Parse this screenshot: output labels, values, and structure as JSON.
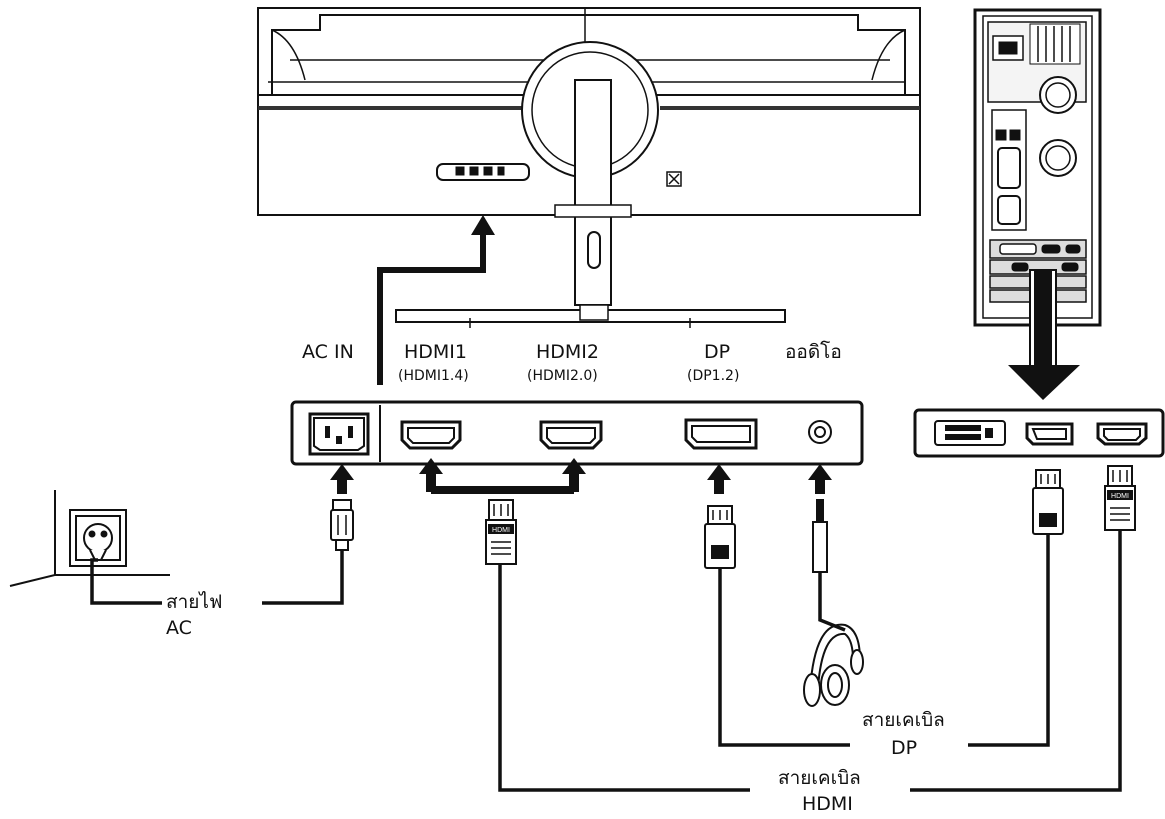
{
  "ports": {
    "ac_in": "AC IN",
    "hdmi1": "HDMI1",
    "hdmi1_sub": "(HDMI1.4)",
    "hdmi2": "HDMI2",
    "hdmi2_sub": "(HDMI2.0)",
    "dp": "DP",
    "dp_sub": "(DP1.2)",
    "audio": "ออดิโอ"
  },
  "cables": {
    "ac_power_line1": "สายไฟ",
    "ac_power_line2": "AC",
    "dp_line1": "สายเคเบิล",
    "dp_line2": "DP",
    "hdmi_line1": "สายเคเบิล",
    "hdmi_line2": "HDMI"
  },
  "connector_text": {
    "hdmi_plug": "HDMI"
  },
  "icons": [
    "monitor-rear",
    "pc-tower",
    "wall-outlet",
    "power-plug",
    "hdmi-plug",
    "dp-plug",
    "audio-jack",
    "headphones",
    "up-arrow",
    "down-arrow"
  ],
  "colors": {
    "line": "#111111",
    "fill": "#ffffff",
    "panel_gray": "#d8d8d8"
  }
}
